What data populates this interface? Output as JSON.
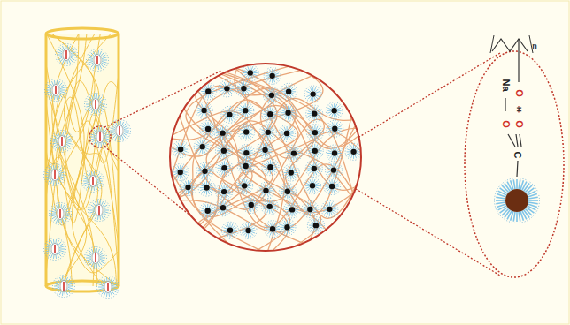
{
  "diagram": {
    "labels": [
      "n",
      "O",
      "H",
      "O",
      "Na",
      "O",
      "C"
    ]
  }
}
